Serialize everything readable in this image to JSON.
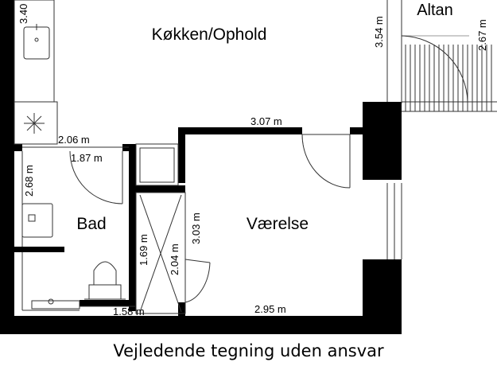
{
  "colors": {
    "wall": "#000000",
    "line": "#333333",
    "background": "#ffffff"
  },
  "rooms": {
    "kitchen": "Køkken/Ophold",
    "balcony": "Altan",
    "bathroom": "Bad",
    "bedroom": "Værelse"
  },
  "dimensions": {
    "d340": "3.40",
    "d354": "3.54 m",
    "d267": "2.67 m",
    "d206": "2.06 m",
    "d187": "1.87 m",
    "d307": "3.07 m",
    "d268": "2.68 m",
    "d303": "3.03 m",
    "d169": "1.69 m",
    "d204": "2.04 m",
    "d158": "1.58 m",
    "d295": "2.95 m"
  },
  "icons": [
    "sink-icon",
    "stove-icon",
    "toilet-icon",
    "washbasin-icon",
    "shower-drain-icon"
  ],
  "caption": "Vejledende tegning uden ansvar"
}
